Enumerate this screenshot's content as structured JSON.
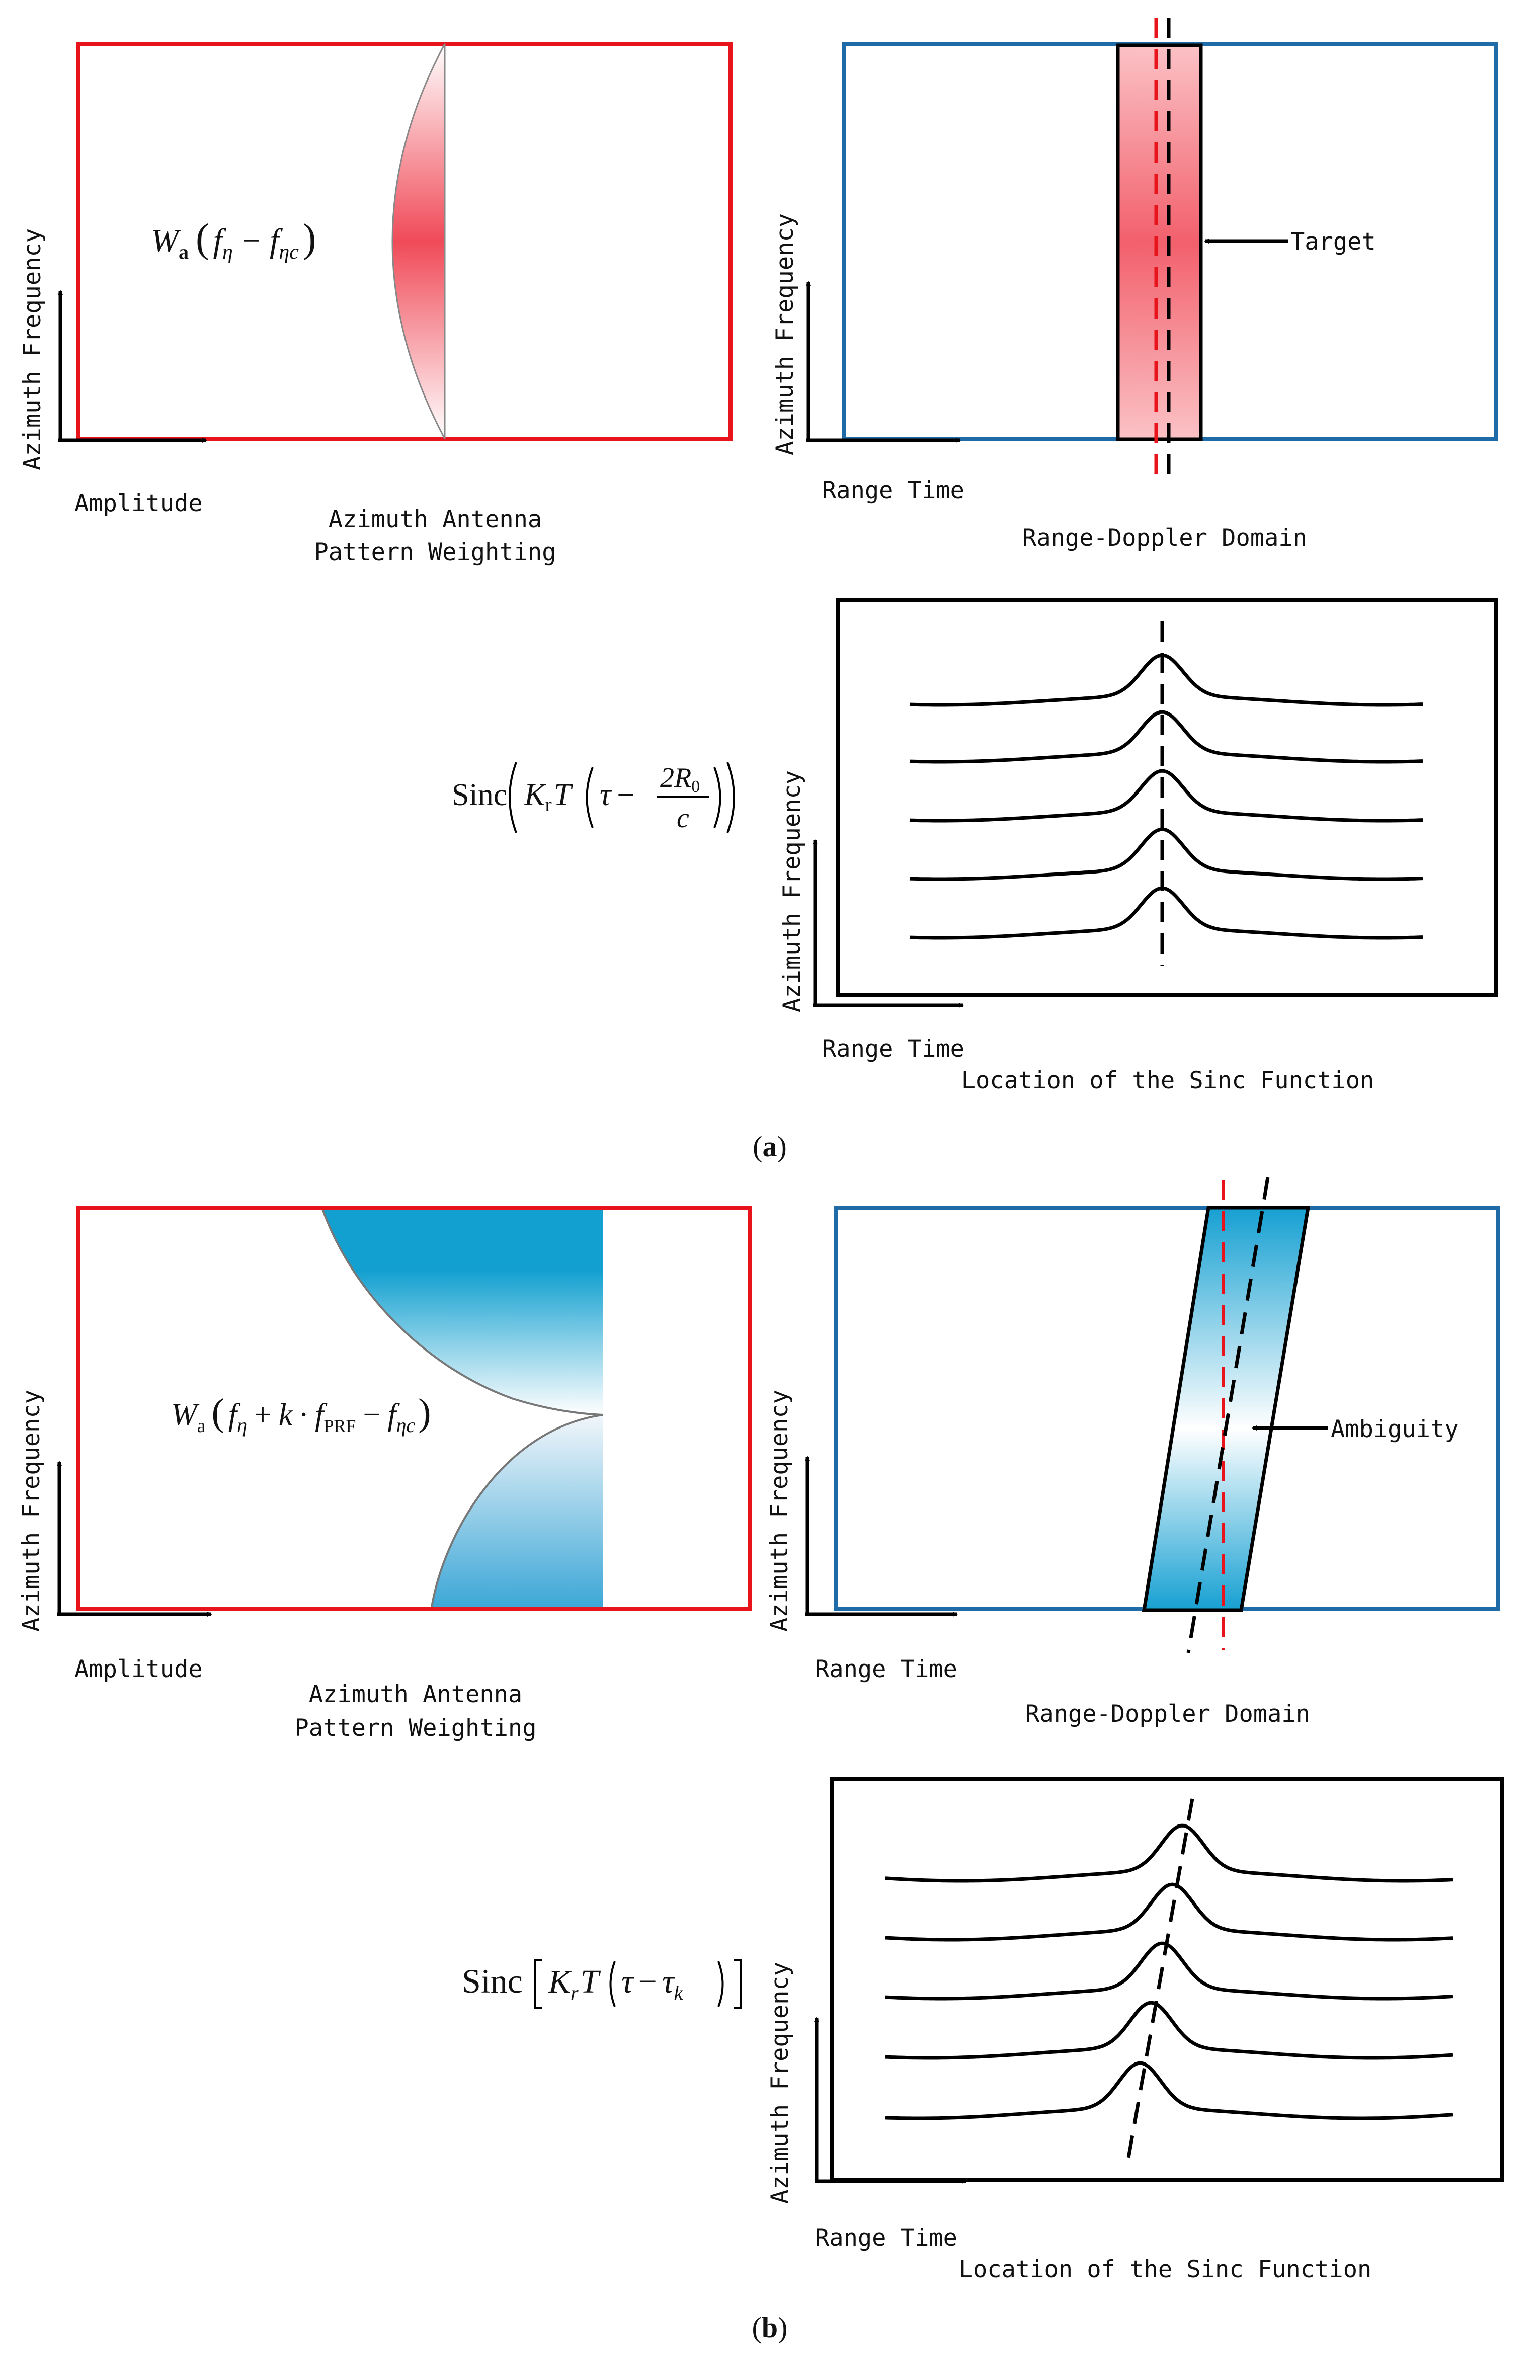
{
  "colors": {
    "red_frame": "#e8141c",
    "blue_frame": "#1f6ba8",
    "black": "#000000",
    "red_fill": "#f05560",
    "blue_fill": "#10a0d0"
  },
  "icons": {
    "axis_arrow": "arrow-icon"
  },
  "part_a": {
    "label_open": "(",
    "label_letter": "a",
    "label_close": ")",
    "weighting_panel": {
      "y_axis": "Azimuth Frequency",
      "x_axis": "Amplitude",
      "caption_line1": "Azimuth Antenna",
      "caption_line2": "Pattern Weighting",
      "formula": {
        "func": "W",
        "func_sub": "a",
        "open": "(",
        "f1": "f",
        "f1_sub": "η",
        "minus": "−",
        "f2": "f",
        "f2_sub": "ηc",
        "close": ")"
      }
    },
    "rd_panel": {
      "y_axis": "Azimuth Frequency",
      "x_axis": "Range Time",
      "caption": "Range-Doppler Domain",
      "annotation": "Target"
    },
    "sinc_panel": {
      "y_axis": "Azimuth Frequency",
      "x_axis": "Range Time",
      "caption": "Location of the Sinc Function",
      "formula": {
        "name": "Sinc",
        "K": "K",
        "K_sub": "r",
        "T": "T",
        "tau": "τ",
        "minus": "−",
        "num": "2R",
        "num_sub": "0",
        "den": "c"
      }
    }
  },
  "part_b": {
    "label_open": "(",
    "label_letter": "b",
    "label_close": ")",
    "weighting_panel": {
      "y_axis": "Azimuth Frequency",
      "x_axis": "Amplitude",
      "caption_line1": "Azimuth Antenna",
      "caption_line2": "Pattern Weighting",
      "formula": {
        "func": "W",
        "func_sub": "a",
        "open": "(",
        "f1": "f",
        "f1_sub": "η",
        "plus": "+",
        "k": "k",
        "dot": "·",
        "f_prf": "f",
        "f_prf_sub": "PRF",
        "minus": "−",
        "f2": "f",
        "f2_sub": "ηc",
        "close": ")"
      }
    },
    "rd_panel": {
      "y_axis": "Azimuth Frequency",
      "x_axis": "Range Time",
      "caption": "Range-Doppler Domain",
      "annotation": "Ambiguity"
    },
    "sinc_panel": {
      "y_axis": "Azimuth Frequency",
      "x_axis": "Range Time",
      "caption": "Location of the Sinc Function",
      "formula": {
        "name": "Sinc",
        "K": "K",
        "K_sub": "r",
        "T": "T",
        "tau": "τ",
        "minus": "−",
        "tau2": "τ",
        "tau2_sub": "k"
      }
    }
  }
}
